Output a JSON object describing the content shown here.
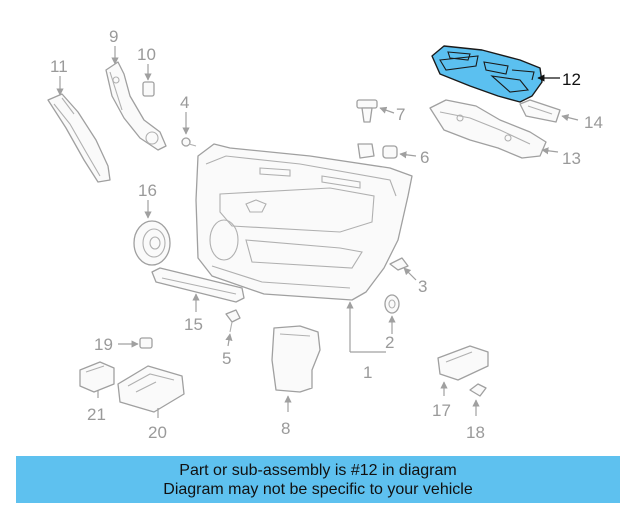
{
  "diagram": {
    "highlighted_part": "12",
    "callouts": {
      "c1": "1",
      "c2": "2",
      "c3": "3",
      "c4": "4",
      "c5": "5",
      "c6": "6",
      "c7": "7",
      "c8": "8",
      "c9": "9",
      "c10": "10",
      "c11": "11",
      "c12": "12",
      "c13": "13",
      "c14": "14",
      "c15": "15",
      "c16": "16",
      "c17": "17",
      "c18": "18",
      "c19": "19",
      "c20": "20",
      "c21": "21"
    },
    "colors": {
      "highlight_fill": "#5bc0f0",
      "banner_bg": "#5ec1ef",
      "linework": "#a0a0a0"
    }
  },
  "banner": {
    "line1": "Part or sub-assembly is #12 in diagram",
    "line2": "Diagram may not be specific to your vehicle"
  }
}
